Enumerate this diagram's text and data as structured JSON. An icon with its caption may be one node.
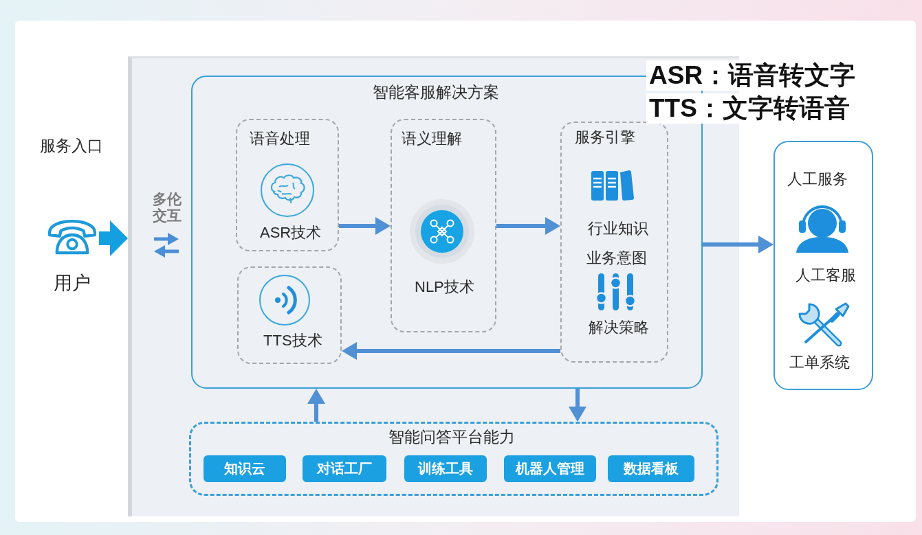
{
  "diagram": {
    "nodes": [
      {
        "text": [
          "用户"
        ]
      },
      {
        "text": [],
        "shape": "box"
      },
      {
        "text": [
          "智能客服解决方案"
        ],
        "in": 1
      },
      {
        "text": [
          "语音处理",
          "ASR技术"
        ],
        "in": 2
      },
      {
        "text": [
          "语义理解",
          "NLP技术"
        ],
        "in": 2
      },
      {
        "text": [
          "服务引擎",
          "行业知识",
          "业务意图",
          "解决策略"
        ],
        "in": 2
      },
      {
        "text": [
          "TTS技术"
        ],
        "in": 2
      },
      {
        "text": [
          "人工服务",
          "人工客服",
          "工单系统"
        ]
      },
      {
        "text": [
          "智能问答平台能力"
        ],
        "in": 1
      },
      {
        "text": [
          "知识云"
        ],
        "in": 8
      },
      {
        "text": [
          "对话工厂"
        ],
        "in": 8
      },
      {
        "text": [
          "训练工具"
        ],
        "in": 8
      },
      {
        "text": [
          "机器人管理"
        ],
        "in": 8
      },
      {
        "text": [
          "数据看板"
        ],
        "in": 8
      }
    ],
    "edges": [
      {
        "from": 0,
        "to": 1,
        "arrow": "to",
        "style": "thick",
        "color": "#14a0e0"
      },
      {
        "from": 3,
        "to": 4,
        "arrow": "to"
      },
      {
        "from": 4,
        "to": 5,
        "arrow": "to"
      },
      {
        "from": 5,
        "to": 6,
        "arrow": "to"
      },
      {
        "from": 2,
        "to": 7,
        "arrow": "to"
      },
      {
        "from": 8,
        "to": 2,
        "arrow": "to"
      },
      {
        "from": 2,
        "to": 8,
        "arrow": "to"
      }
    ],
    "labels": [
      "ASR：语音转文字",
      "TTS：文字转语音",
      "服务入口",
      "多伦交互"
    ]
  }
}
